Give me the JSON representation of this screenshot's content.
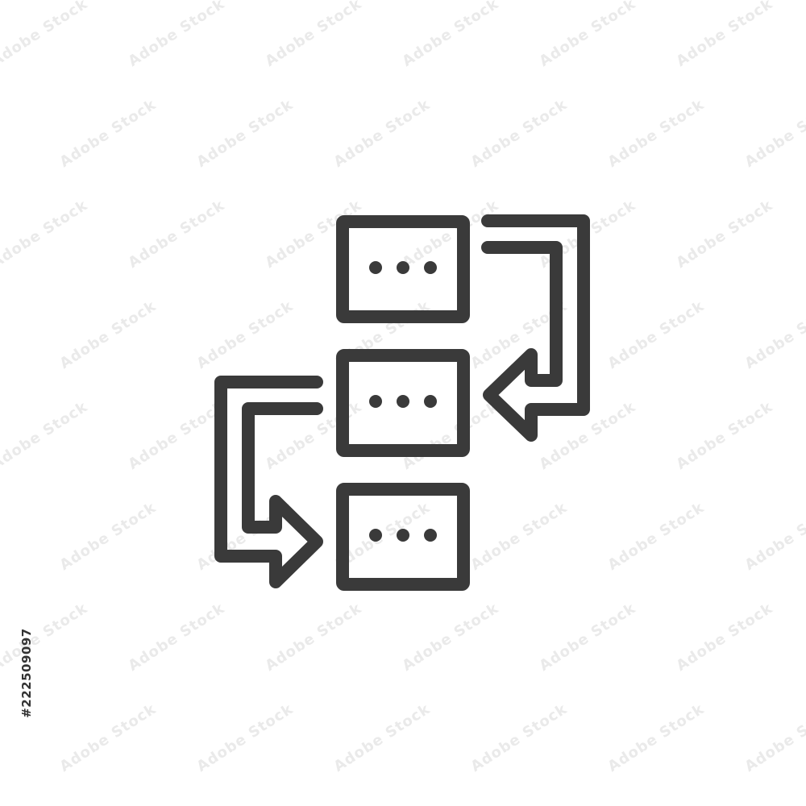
{
  "icon": {
    "name": "workflow-process-icon",
    "stroke_color": "#3a3a3a",
    "background": "#ffffff",
    "box_dot_count": 3
  },
  "watermark": {
    "text": "Adobe Stock",
    "color": "#eaeaea"
  },
  "stock_id": {
    "text": "#222509097",
    "color": "#333333"
  }
}
